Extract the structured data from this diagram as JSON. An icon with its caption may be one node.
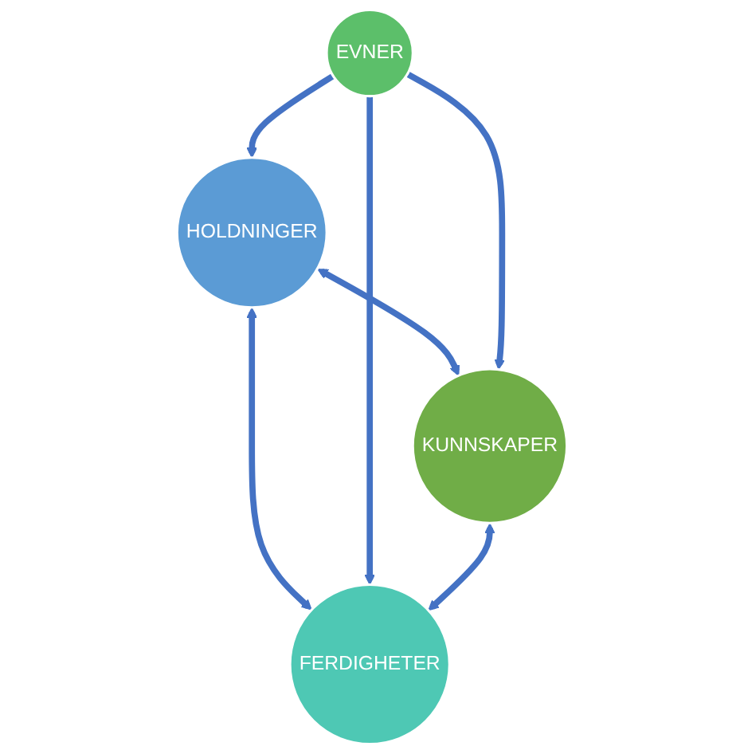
{
  "diagram": {
    "nodes": [
      {
        "text": [
          "HOLDNINGER"
        ]
      },
      {
        "text": [
          "KUNNSKAPER"
        ]
      },
      {
        "text": [
          "FERDIGHETER"
        ]
      },
      {
        "text": [
          "EVNER"
        ]
      }
    ],
    "edges": [
      {
        "from": 0,
        "to": 1,
        "arrow": "both"
      },
      {
        "from": 0,
        "to": 2,
        "arrow": "both"
      },
      {
        "from": 3,
        "to": 1,
        "arrow": "to"
      },
      {
        "from": 3,
        "to": 2,
        "arrow": "to"
      },
      {
        "from": 1,
        "to": 2,
        "arrow": "both"
      },
      {
        "from": 3,
        "to": 0,
        "arrow": "to"
      }
    ]
  }
}
